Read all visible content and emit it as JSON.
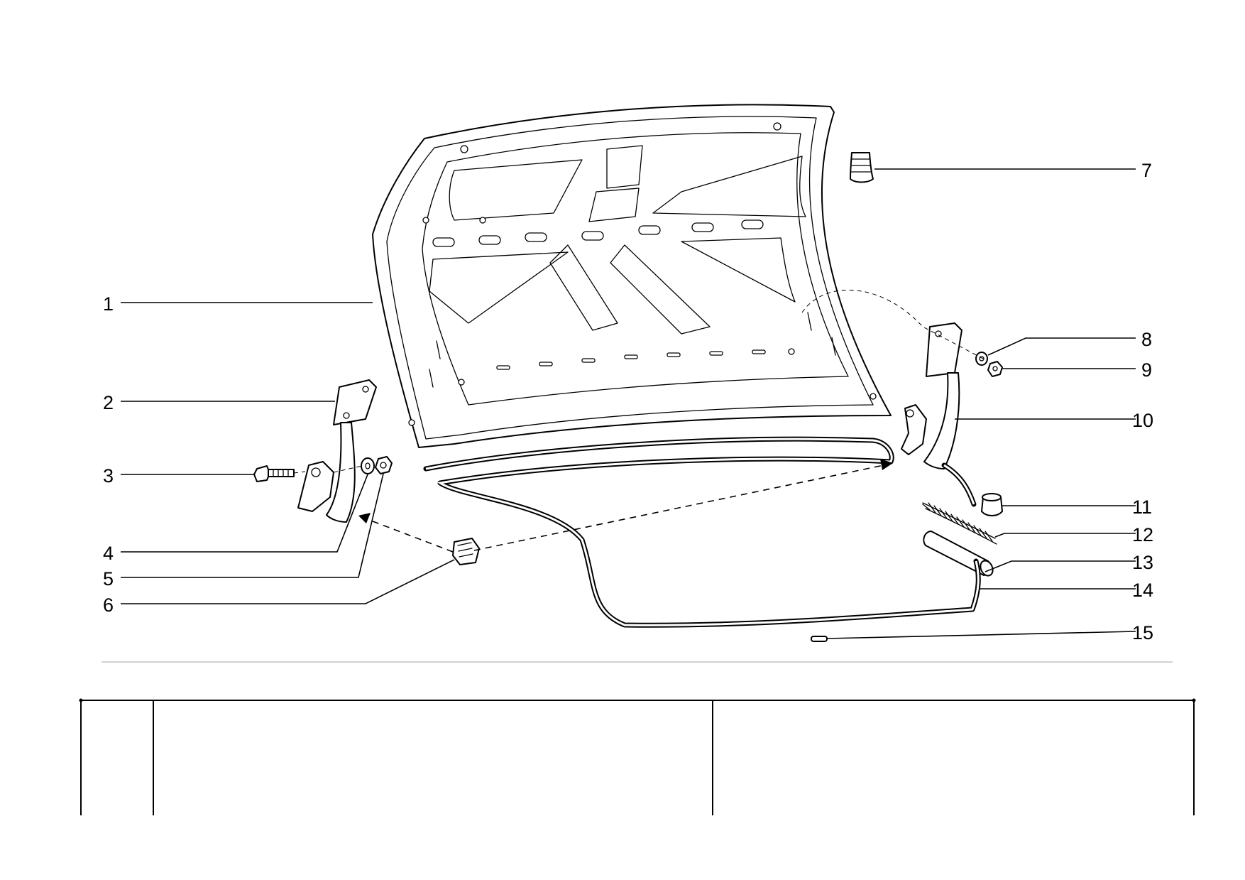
{
  "callouts": [
    {
      "id": "1",
      "label": "1"
    },
    {
      "id": "2",
      "label": "2"
    },
    {
      "id": "3",
      "label": "3"
    },
    {
      "id": "4",
      "label": "4"
    },
    {
      "id": "5",
      "label": "5"
    },
    {
      "id": "6",
      "label": "6"
    },
    {
      "id": "7",
      "label": "7"
    },
    {
      "id": "8",
      "label": "8"
    },
    {
      "id": "9",
      "label": "9"
    },
    {
      "id": "10",
      "label": "10"
    },
    {
      "id": "11",
      "label": "11"
    },
    {
      "id": "12",
      "label": "12"
    },
    {
      "id": "13",
      "label": "13"
    },
    {
      "id": "14",
      "label": "14"
    },
    {
      "id": "15",
      "label": "15"
    }
  ],
  "colors": {
    "ink": "#000000",
    "paper": "#ffffff",
    "rule": "#b8b8b8"
  }
}
